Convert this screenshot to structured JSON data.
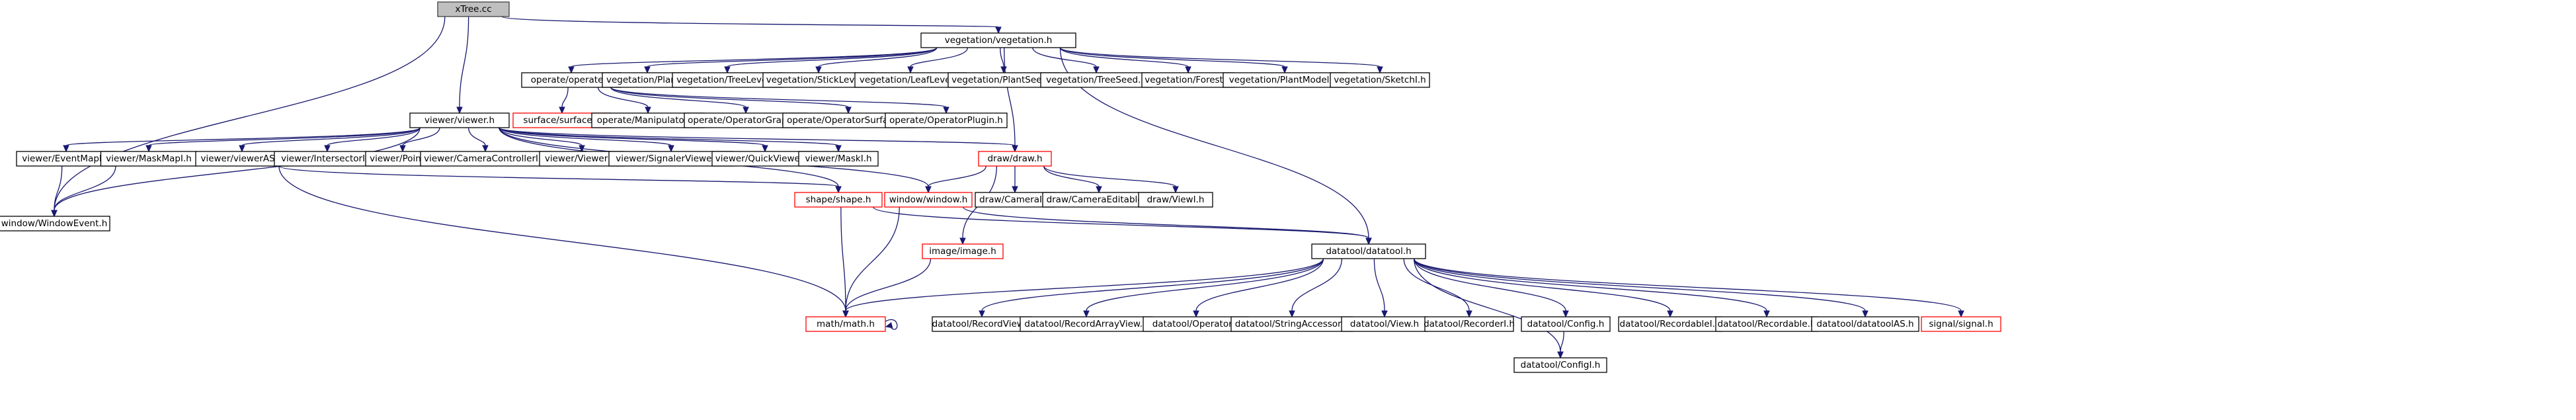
{
  "nodes": [
    {
      "id": "xtree",
      "label": "xTree.cc",
      "root": true
    },
    {
      "id": "veg",
      "label": "vegetation/vegetation.h"
    },
    {
      "id": "viewer",
      "label": "viewer/viewer.h"
    },
    {
      "id": "window_event",
      "label": "window/WindowEvent.h"
    },
    {
      "id": "operate",
      "label": "operate/operate.h"
    },
    {
      "id": "veg_plant",
      "label": "vegetation/Plant.h"
    },
    {
      "id": "veg_treelevel",
      "label": "vegetation/TreeLevel.h"
    },
    {
      "id": "veg_sticklevel",
      "label": "vegetation/StickLevel.h"
    },
    {
      "id": "veg_leaflevel",
      "label": "vegetation/LeafLevel.h"
    },
    {
      "id": "veg_plantseed",
      "label": "vegetation/PlantSeed.h"
    },
    {
      "id": "veg_treeseed",
      "label": "vegetation/TreeSeed.h"
    },
    {
      "id": "veg_forest",
      "label": "vegetation/Forest.h"
    },
    {
      "id": "veg_plantmodel",
      "label": "vegetation/PlantModelI.h"
    },
    {
      "id": "veg_sketch",
      "label": "vegetation/SketchI.h"
    },
    {
      "id": "surface",
      "label": "surface/surface.h",
      "red": true
    },
    {
      "id": "op_manip",
      "label": "operate/ManipulatorI.h"
    },
    {
      "id": "op_graph",
      "label": "operate/OperatorGraphI.h"
    },
    {
      "id": "op_surface",
      "label": "operate/OperatorSurfaceI.h"
    },
    {
      "id": "op_plugin",
      "label": "operate/OperatorPlugin.h"
    },
    {
      "id": "v_eventmap",
      "label": "viewer/EventMapI.h"
    },
    {
      "id": "v_maskmap",
      "label": "viewer/MaskMapI.h"
    },
    {
      "id": "v_viewerAS",
      "label": "viewer/viewerAS.h"
    },
    {
      "id": "v_intersector",
      "label": "viewer/IntersectorI.h"
    },
    {
      "id": "v_point",
      "label": "viewer/PointI.h"
    },
    {
      "id": "v_camctrl",
      "label": "viewer/CameraControllerI.h"
    },
    {
      "id": "v_viewer",
      "label": "viewer/ViewerI.h"
    },
    {
      "id": "v_signaler",
      "label": "viewer/SignalerViewerI.h"
    },
    {
      "id": "v_quick",
      "label": "viewer/QuickViewerI.h"
    },
    {
      "id": "v_mask",
      "label": "viewer/MaskI.h"
    },
    {
      "id": "draw",
      "label": "draw/draw.h",
      "red": true
    },
    {
      "id": "shape",
      "label": "shape/shape.h",
      "red": true
    },
    {
      "id": "window",
      "label": "window/window.h",
      "red": true
    },
    {
      "id": "d_camera",
      "label": "draw/CameraI.h"
    },
    {
      "id": "d_cameditable",
      "label": "draw/CameraEditable.h"
    },
    {
      "id": "d_view",
      "label": "draw/ViewI.h"
    },
    {
      "id": "image",
      "label": "image/image.h",
      "red": true
    },
    {
      "id": "datatool",
      "label": "datatool/datatool.h"
    },
    {
      "id": "math",
      "label": "math/math.h",
      "red": true
    },
    {
      "id": "dt_recordview",
      "label": "datatool/RecordView.h"
    },
    {
      "id": "dt_recordarray",
      "label": "datatool/RecordArrayView.h"
    },
    {
      "id": "dt_operator",
      "label": "datatool/Operator.h"
    },
    {
      "id": "dt_stringacc",
      "label": "datatool/StringAccessor.h"
    },
    {
      "id": "dt_view",
      "label": "datatool/View.h"
    },
    {
      "id": "dt_recorder",
      "label": "datatool/RecorderI.h"
    },
    {
      "id": "dt_config",
      "label": "datatool/Config.h"
    },
    {
      "id": "dt_recordable_i",
      "label": "datatool/RecordableI.h"
    },
    {
      "id": "dt_recordable",
      "label": "datatool/Recordable.h"
    },
    {
      "id": "dt_datatoolAS",
      "label": "datatool/datatoolAS.h"
    },
    {
      "id": "signal",
      "label": "signal/signal.h",
      "red": true
    },
    {
      "id": "dt_configI",
      "label": "datatool/ConfigI.h"
    }
  ],
  "edges": [
    [
      "xtree",
      "veg"
    ],
    [
      "xtree",
      "viewer"
    ],
    [
      "xtree",
      "window_event"
    ],
    [
      "veg",
      "operate"
    ],
    [
      "veg",
      "veg_plant"
    ],
    [
      "veg",
      "veg_treelevel"
    ],
    [
      "veg",
      "veg_sticklevel"
    ],
    [
      "veg",
      "veg_leaflevel"
    ],
    [
      "veg",
      "veg_plantseed"
    ],
    [
      "veg",
      "veg_treeseed"
    ],
    [
      "veg",
      "veg_forest"
    ],
    [
      "veg",
      "veg_plantmodel"
    ],
    [
      "veg",
      "veg_sketch"
    ],
    [
      "veg",
      "draw"
    ],
    [
      "veg",
      "datatool"
    ],
    [
      "operate",
      "surface"
    ],
    [
      "operate",
      "op_manip"
    ],
    [
      "operate",
      "op_graph"
    ],
    [
      "operate",
      "op_surface"
    ],
    [
      "operate",
      "op_plugin"
    ],
    [
      "viewer",
      "v_eventmap"
    ],
    [
      "viewer",
      "v_maskmap"
    ],
    [
      "viewer",
      "v_viewerAS"
    ],
    [
      "viewer",
      "v_intersector"
    ],
    [
      "viewer",
      "v_point"
    ],
    [
      "viewer",
      "v_camctrl"
    ],
    [
      "viewer",
      "v_viewer"
    ],
    [
      "viewer",
      "v_signaler"
    ],
    [
      "viewer",
      "v_quick"
    ],
    [
      "viewer",
      "v_mask"
    ],
    [
      "viewer",
      "draw"
    ],
    [
      "viewer",
      "shape"
    ],
    [
      "viewer",
      "window"
    ],
    [
      "viewer",
      "window_event"
    ],
    [
      "v_eventmap",
      "window_event"
    ],
    [
      "v_maskmap",
      "window_event"
    ],
    [
      "v_viewerAS",
      "shape"
    ],
    [
      "v_viewerAS",
      "math"
    ],
    [
      "draw",
      "d_camera"
    ],
    [
      "draw",
      "d_cameditable"
    ],
    [
      "draw",
      "d_view"
    ],
    [
      "draw",
      "window"
    ],
    [
      "draw",
      "image"
    ],
    [
      "shape",
      "math"
    ],
    [
      "shape",
      "datatool"
    ],
    [
      "window",
      "math"
    ],
    [
      "window",
      "datatool"
    ],
    [
      "image",
      "math"
    ],
    [
      "math",
      "math"
    ],
    [
      "datatool",
      "math"
    ],
    [
      "datatool",
      "dt_recordview"
    ],
    [
      "datatool",
      "dt_recordarray"
    ],
    [
      "datatool",
      "dt_operator"
    ],
    [
      "datatool",
      "dt_stringacc"
    ],
    [
      "datatool",
      "dt_view"
    ],
    [
      "datatool",
      "dt_recorder"
    ],
    [
      "datatool",
      "dt_config"
    ],
    [
      "datatool",
      "dt_recordable_i"
    ],
    [
      "datatool",
      "dt_recordable"
    ],
    [
      "datatool",
      "dt_datatoolAS"
    ],
    [
      "datatool",
      "signal"
    ],
    [
      "datatool",
      "dt_configI"
    ],
    [
      "dt_config",
      "dt_configI"
    ]
  ]
}
